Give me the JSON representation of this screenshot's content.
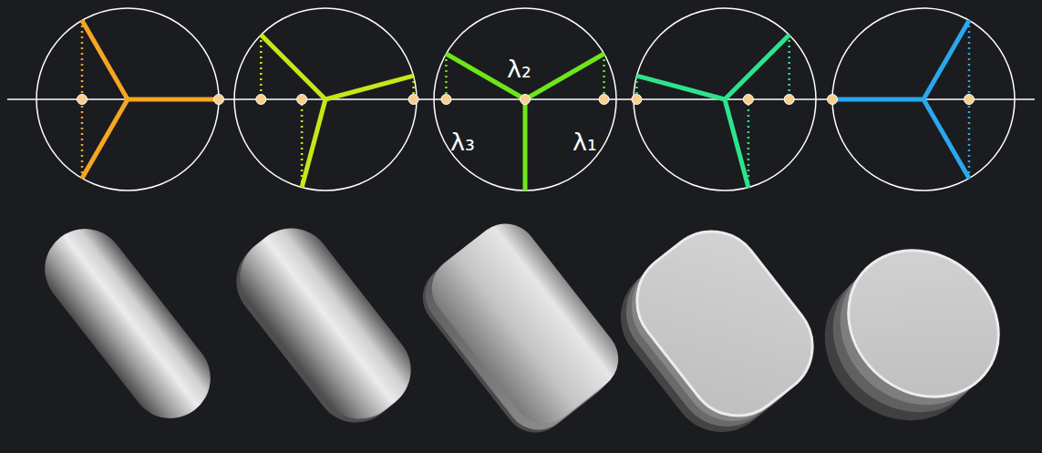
{
  "diagram": {
    "labels": [
      "λ₂",
      "λ₃",
      "λ₁"
    ]
  }
}
